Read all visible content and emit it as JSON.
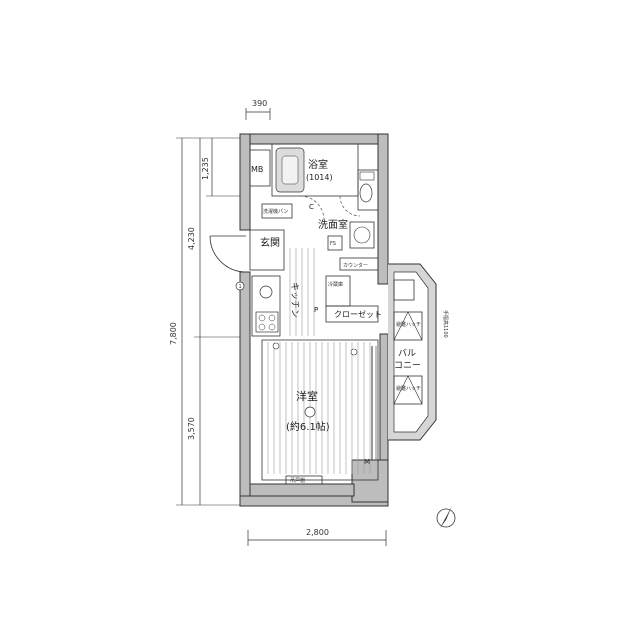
{
  "dimensions": {
    "top_width": "390",
    "bottom_width": "2,800",
    "total_height": "7,800",
    "upper_height": "4,230",
    "top_segment": "1,235",
    "lower_height": "3,570"
  },
  "rooms": {
    "bath": "浴室",
    "bath_size": "(1014)",
    "washroom": "洗面室",
    "entrance": "玄関",
    "kitchen": "キッチン",
    "closet": "クローゼット",
    "western_room": "洋室",
    "western_room_size": "(約6.1帖)",
    "balcony_line1": "バル",
    "balcony_line2": "コニー",
    "mb": "MB"
  },
  "labels": {
    "counter": "カウンター",
    "fs": "FS",
    "c_mark": "C",
    "p_mark": "P",
    "m_mark": "M",
    "circle_1": "1",
    "storage": "吊戸棚",
    "evac_1": "避難ハッチ",
    "evac_2": "避難ハッチ",
    "handrail_note": "手摺高1100"
  }
}
